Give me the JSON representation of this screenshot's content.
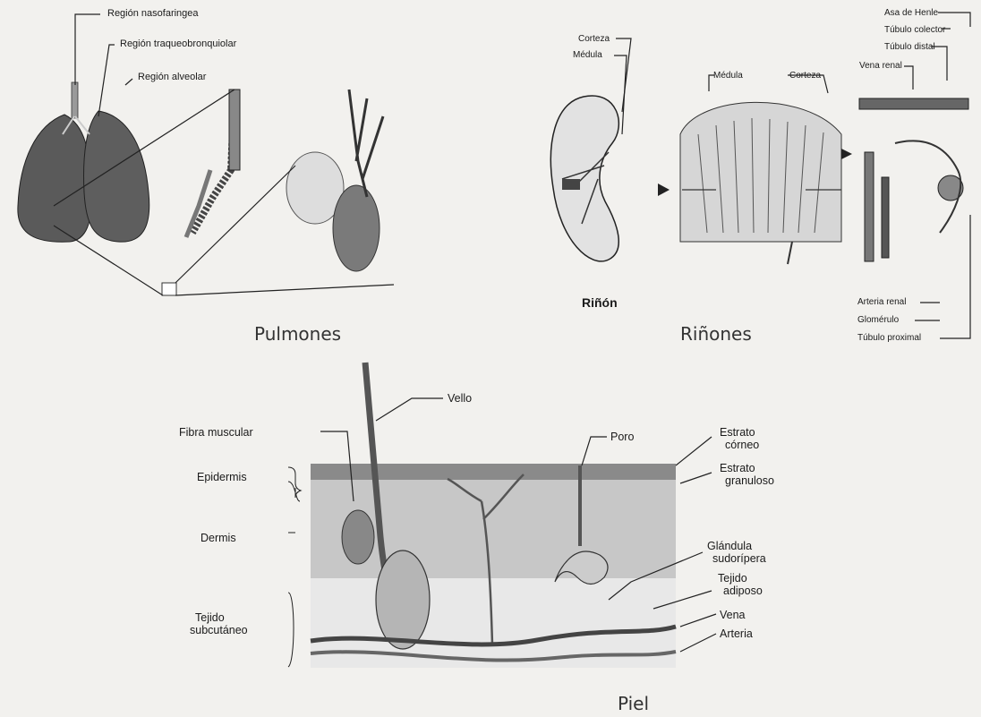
{
  "lungs": {
    "labels": {
      "nasofaringea": "Región nasofaringea",
      "traqueo": "Región traqueobronquiolar",
      "alveolar": "Región alveolar"
    },
    "caption": "Pulmones"
  },
  "kidneys": {
    "labels": {
      "corteza_left": "Corteza",
      "medula_left": "Médula",
      "medula_mid": "Médula",
      "corteza_mid": "Corteza",
      "asa_henle": "Asa de Henle",
      "tubulo_colector": "Túbulo colector",
      "tubulo_distal": "Túbulo distal",
      "vena_renal": "Vena renal",
      "arteria_renal": "Arteria renal",
      "glomerulo": "Glomérulo",
      "tubulo_proximal": "Túbulo proximal",
      "rinon": "Riñón"
    },
    "caption": "Riñones"
  },
  "skin": {
    "labels": {
      "vello": "Vello",
      "fibra_muscular": "Fibra muscular",
      "poro": "Poro",
      "estrato_corneo_1": "Estrato",
      "estrato_corneo_2": "córneo",
      "estrato_granuloso_1": "Estrato",
      "estrato_granuloso_2": "granuloso",
      "epidermis": "Epidermis",
      "dermis": "Dermis",
      "tejido_sub_1": "Tejido",
      "tejido_sub_2": "subcutáneo",
      "glandula_1": "Glándula",
      "glandula_2": "sudorípera",
      "tejido_adiposo_1": "Tejido",
      "tejido_adiposo_2": "adiposo",
      "vena": "Vena",
      "arteria": "Arteria"
    },
    "caption": "Piel"
  }
}
